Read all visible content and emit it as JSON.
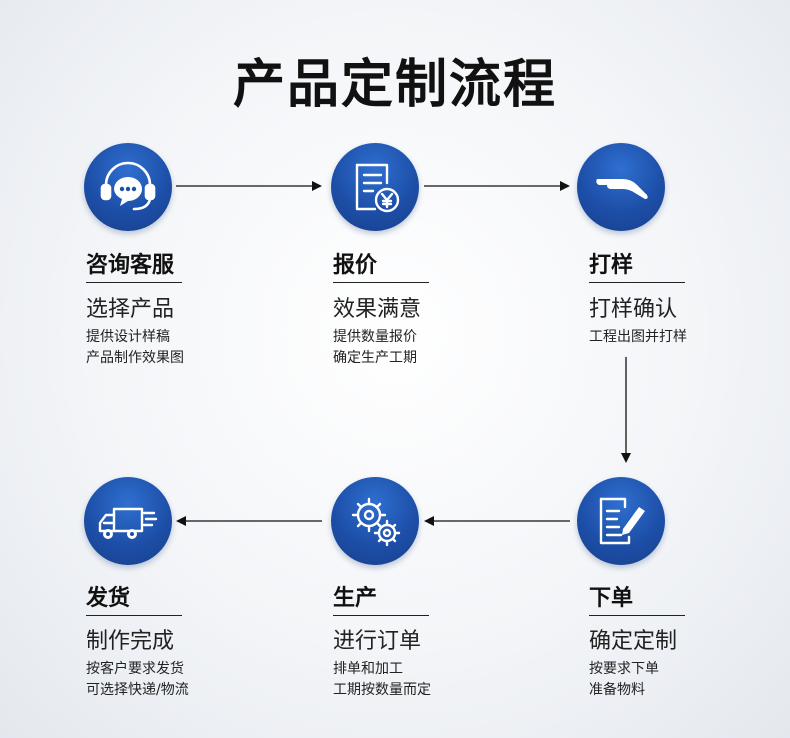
{
  "title": "产品定制流程",
  "steps": [
    {
      "name": "咨询客服",
      "sub": "选择产品",
      "desc": [
        "提供设计样稿",
        "产品制作效果图"
      ],
      "icon": "customer-service-headset-icon"
    },
    {
      "name": "报价",
      "sub": "效果满意",
      "desc": [
        "提供数量报价",
        "确定生产工期"
      ],
      "icon": "invoice-yen-icon"
    },
    {
      "name": "打样",
      "sub": "打样确认",
      "desc": [
        "工程出图并打样"
      ],
      "icon": "sample-swoosh-icon"
    },
    {
      "name": "下单",
      "sub": "确定定制",
      "desc": [
        "按要求下单",
        "准备物料"
      ],
      "icon": "document-pen-icon"
    },
    {
      "name": "生产",
      "sub": "进行订单",
      "desc": [
        "排单和加工",
        "工期按数量而定"
      ],
      "icon": "gears-icon"
    },
    {
      "name": "发货",
      "sub": "制作完成",
      "desc": [
        "按客户要求发货",
        "可选择快递/物流"
      ],
      "icon": "delivery-truck-icon"
    }
  ],
  "colors": {
    "circle": "#1d4fa8",
    "text": "#111111",
    "arrow": "#111111"
  }
}
